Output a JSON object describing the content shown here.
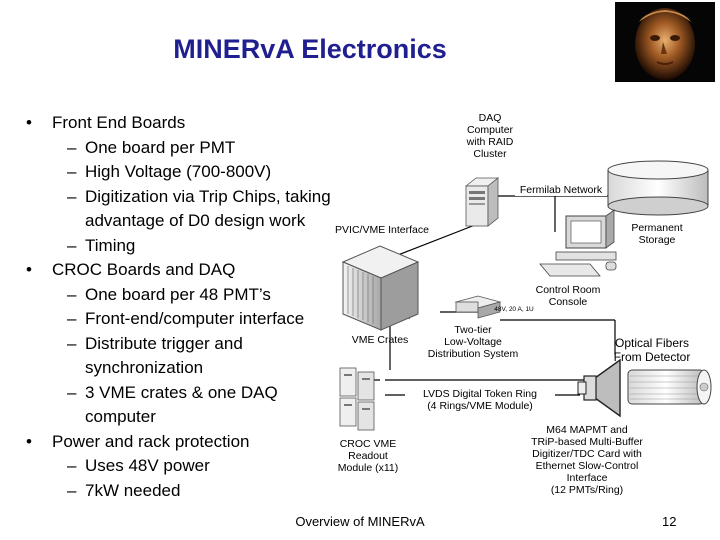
{
  "slide": {
    "title": "MINERvA Electronics",
    "footer": "Overview of MINERvA",
    "page_number": "12"
  },
  "bullets": [
    {
      "level": 1,
      "marker": "•",
      "text": "Front End Boards"
    },
    {
      "level": 2,
      "marker": "–",
      "text": "One board per PMT"
    },
    {
      "level": 2,
      "marker": "–",
      "text": "High Voltage (700-800V)"
    },
    {
      "level": 2,
      "marker": "–",
      "text": "Digitization via Trip Chips, taking"
    },
    {
      "level": 3,
      "marker": "",
      "text": "advantage of D0 design work"
    },
    {
      "level": 2,
      "marker": "–",
      "text": "Timing"
    },
    {
      "level": 1,
      "marker": "•",
      "text": "CROC Boards and DAQ"
    },
    {
      "level": 2,
      "marker": "–",
      "text": "One board per 48 PMT’s"
    },
    {
      "level": 2,
      "marker": "–",
      "text": "Front-end/computer interface"
    },
    {
      "level": 2,
      "marker": "–",
      "text": "Distribute trigger and"
    },
    {
      "level": 3,
      "marker": "",
      "text": "synchronization"
    },
    {
      "level": 2,
      "marker": "–",
      "text": "3 VME crates & one DAQ"
    },
    {
      "level": 3,
      "marker": "",
      "text": "computer"
    },
    {
      "level": 1,
      "marker": "•",
      "text": "Power and rack protection"
    },
    {
      "level": 2,
      "marker": "–",
      "text": "Uses 48V power"
    },
    {
      "level": 2,
      "marker": "–",
      "text": "7kW needed"
    }
  ],
  "diagram": {
    "daq_computer": "DAQ\nComputer\nwith RAID\nCluster",
    "fermilab_network": "Fermilab Network",
    "permanent_storage": "Permanent\nStorage",
    "pvic_vme": "PVIC/VME Interface",
    "control_room": "Control Room\nConsole",
    "vme_crates": "VME Crates",
    "psu_label": "48V, 20 A, 1U",
    "lv_distribution": "Two-tier\nLow-Voltage\nDistribution System",
    "optical_fibers": "Optical Fibers\nFrom Detector",
    "lvds_ring": "LVDS Digital Token Ring\n(4 Rings/VME Module)",
    "croc_module": "CROC VME\nReadout\nModule (x11)",
    "m64_card": "M64 MAPMT and\nTRiP-based Multi-Buffer\nDigitizer/TDC Card with\nEthernet Slow-Control\nInterface\n(12 PMTs/Ring)"
  },
  "icons": [
    "logo-head-photo",
    "server-tower-icon",
    "storage-cylinder-icon",
    "desktop-computer-icon",
    "vme-crate-icon",
    "power-supply-icon",
    "croc-module-icon",
    "pmt-horn-icon",
    "fiber-bundle-icon"
  ]
}
